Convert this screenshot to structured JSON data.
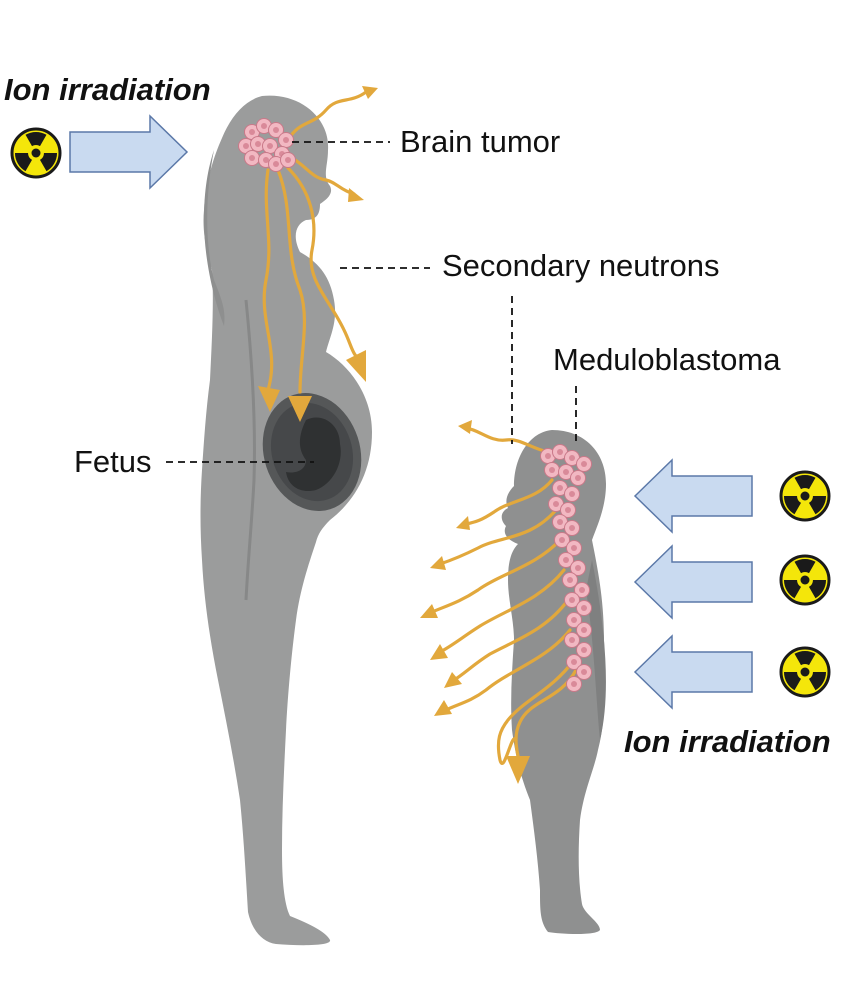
{
  "labels": {
    "ion_irradiation_top": "Ion irradiation",
    "ion_irradiation_bottom": "Ion irradiation",
    "brain_tumor": "Brain tumor",
    "secondary_neutrons": "Secondary neutrons",
    "meduloblastoma": "Meduloblastoma",
    "fetus": "Fetus"
  },
  "colors": {
    "body": "#9b9c9c",
    "child_body": "#8f9090",
    "womb": "#555758",
    "neutron": "#e2a83c",
    "beam_fill": "#c9daf0",
    "beam_stroke": "#5b78a8",
    "radiation_yellow": "#f4e60a",
    "tumor": "#f2b8c2"
  },
  "icons": [
    "radiation-icon",
    "radiation-icon",
    "radiation-icon",
    "radiation-icon"
  ]
}
